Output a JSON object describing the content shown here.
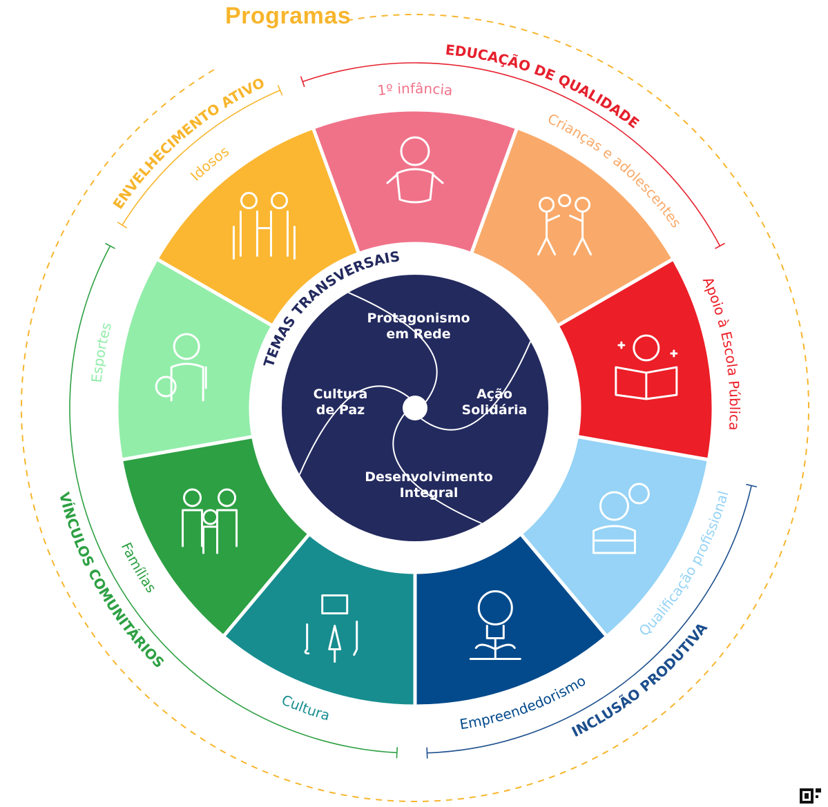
{
  "title": "Programas",
  "colors": {
    "dashed_ring": "#F7B52C",
    "hub": "#232A5E",
    "educacao": "#E5202D",
    "envelhecimento": "#F7B52C",
    "vinculos": "#2DA043",
    "inclusao": "#1B4E8C"
  },
  "segments": [
    {
      "label": "1º infância",
      "color": "#F07289",
      "icon": "baby-icon"
    },
    {
      "label": "Crianças e adolescentes",
      "color": "#F9AA6A",
      "icon": "children-playing-icon"
    },
    {
      "label": "Apoio à Escola Pública",
      "color": "#EC1E27",
      "icon": "student-reading-icon"
    },
    {
      "label": "Qualificação profissional",
      "color": "#96D3F6",
      "icon": "professional-reading-icon"
    },
    {
      "label": "Empreendedorismo",
      "color": "#034A8C",
      "icon": "money-lightbulb-icon"
    },
    {
      "label": "Cultura",
      "color": "#178D8F",
      "icon": "arts-icon"
    },
    {
      "label": "Famílias",
      "color": "#2DA043",
      "icon": "family-icon"
    },
    {
      "label": "Esportes",
      "color": "#92EDA9",
      "icon": "athlete-icon"
    },
    {
      "label": "Idosos",
      "color": "#FBB732",
      "icon": "elderly-couple-icon"
    }
  ],
  "groups": {
    "educacao": "EDUCAÇÃO DE QUALIDADE",
    "envelhecimento": "ENVELHECIMENTO ATIVO",
    "vinculos": "VÍNCULOS COMUNITÁRIOS",
    "inclusao": "INCLUSÃO PRODUTIVA"
  },
  "temas": {
    "heading": "TEMAS TRANSVERSAIS",
    "top_line1": "Protagonismo",
    "top_line2": "em Rede",
    "right_line1": "Ação",
    "right_line2": "Solidária",
    "bottom_line1": "Desenvolvimento",
    "bottom_line2": "Integral",
    "left_line1": "Cultura",
    "left_line2": "de Paz"
  }
}
